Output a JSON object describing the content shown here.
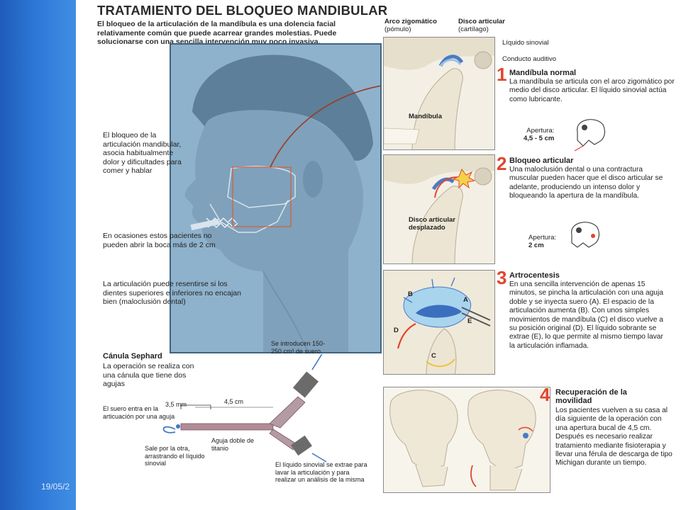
{
  "slide": {
    "date": "19/05/2"
  },
  "infographic": {
    "title": "TRATAMIENTO DEL BLOQUEO MANDIBULAR",
    "intro": "El bloqueo de la articulación de la mandíbula es una dolencia facial relativamente común que puede acarrear grandes molestias. Puede solucionarse con una sencilla intervención muy poco invasiva.",
    "anatomy_labels": {
      "arco": "Arco zigomático",
      "arco_sub": "(pómulo)",
      "disco": "Disco articular",
      "disco_sub": "(cartílago)",
      "liquido": "Líquido sinovial",
      "conducto": "Conducto auditivo",
      "mandibula": "Mandíbula"
    },
    "notes": {
      "bloqueo": "El bloqueo de la articulación mandibular, asocia habitualmente dolor y dificultades para comer y hablar",
      "ocasiones": "En ocasiones estos pacientes no pueden abrir la boca más de 2 cm",
      "articulacion": "La articulación puede resentirse si los dientes superiores e inferiores no encajan bien (maloclusión dental)"
    },
    "sephard": {
      "title": "Cánula Sephard",
      "desc": "La operación se realiza con una cánula que tiene dos agujas",
      "introducen": "Se introducen 150-250 cm³ de suero",
      "suero_entra": "El suero entra en la articuación por una aguja",
      "sale": "Sale por la otra, arrastrando el líquido sinovial",
      "aguja": "Aguja doble de titanio",
      "liquido_extrae": "El líquido sinovial se extrae para lavar la articulación y para realizar un análisis de la misma",
      "dim1": "3,5 mm",
      "dim2": "4,5 cm"
    },
    "steps": [
      {
        "num": "1",
        "title": "Mandíbula normal",
        "text": "La mandíbula se articula con el arco zigomático por medio del disco articular. El líquido sinovial actúa como lubricante.",
        "apertura_label": "Apertura:",
        "apertura_value": "4,5 - 5 cm"
      },
      {
        "num": "2",
        "title": "Bloqueo articular",
        "text": "Una maloclusión dental o una contractura muscular pueden hacer que el disco articular se adelante, produciendo un intenso dolor y bloqueando la apertura de la mandíbula.",
        "apertura_label": "Apertura:",
        "apertura_value": "2 cm",
        "disco_label": "Disco articular desplazado"
      },
      {
        "num": "3",
        "title": "Artrocentesis",
        "text": "En una sencilla intervención de apenas 15 minutos, se pincha la articulación con una aguja doble y se inyecta suero (A). El espacio de la articulación aumenta (B). Con unos simples movimientos de mandíbula (C) el disco vuelve a su posición original (D). El líquido sobrante se extrae (E), lo que permite al mismo tiempo lavar la articulación inflamada.",
        "letters": [
          "A",
          "B",
          "C",
          "D",
          "E"
        ]
      },
      {
        "num": "4",
        "title": "Recuperación de la movilidad",
        "text": "Los pacientes vuelven a su casa al día siguiente de la operación con una apertura bucal de 4,5 cm. Después es necesario realizar tratamiento mediante fisioterapia y llevar una férula de descarga de tipo Michigan durante un tiempo."
      }
    ]
  }
}
